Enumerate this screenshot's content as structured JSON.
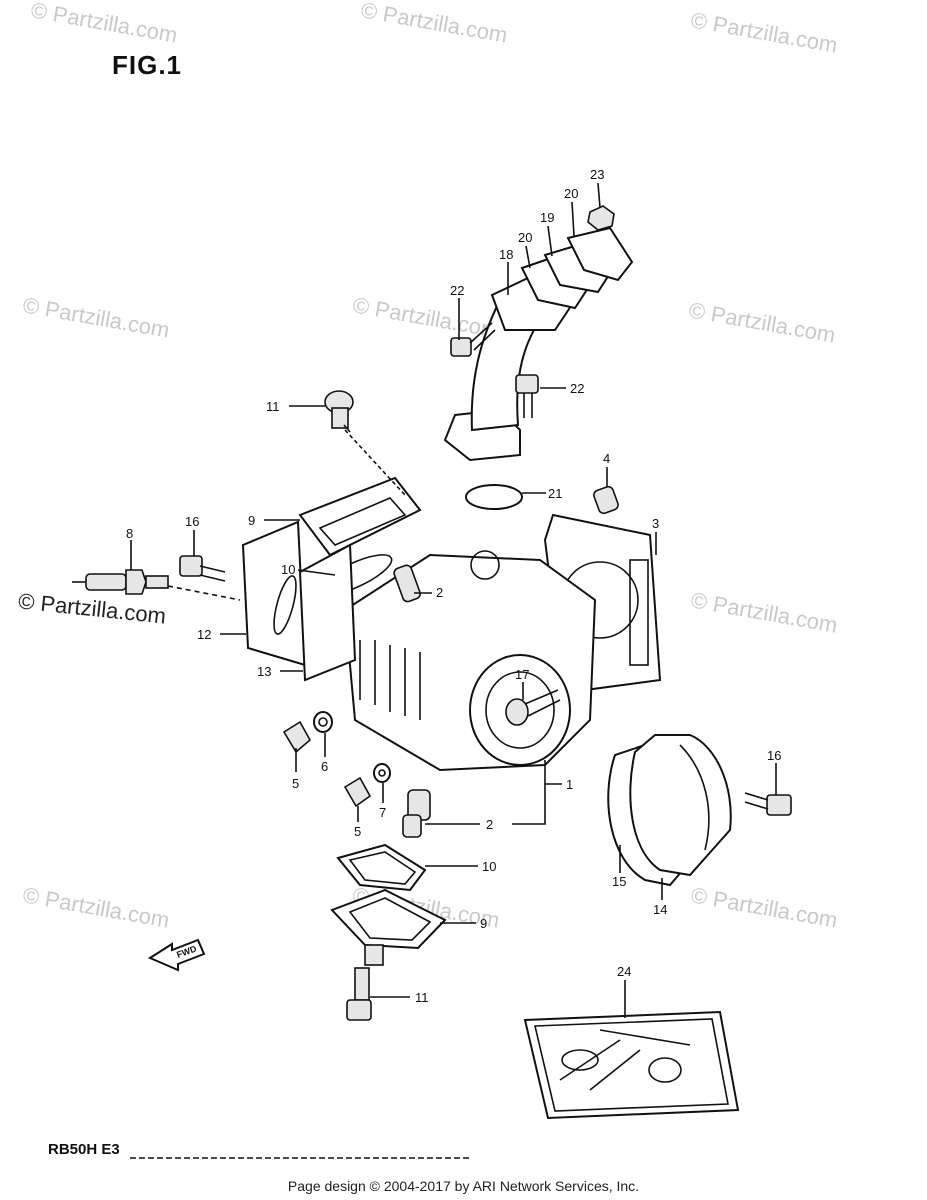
{
  "figure_title": "FIG.1",
  "model_code": "RB50H E3",
  "footer_text": "Page design © 2004-2017 by ARI Network Services, Inc.",
  "watermark_text": "© Partzilla.com",
  "fwd_label": "FWD",
  "callouts": {
    "c1": "1",
    "c2a": "2",
    "c2b": "2",
    "c3": "3",
    "c4": "4",
    "c5a": "5",
    "c5b": "5",
    "c6": "6",
    "c7": "7",
    "c8": "8",
    "c9a": "9",
    "c9b": "9",
    "c10a": "10",
    "c10b": "10",
    "c11a": "11",
    "c11b": "11",
    "c12": "12",
    "c13": "13",
    "c14": "14",
    "c15": "15",
    "c16a": "16",
    "c16b": "16",
    "c17": "17",
    "c18": "18",
    "c19": "19",
    "c20a": "20",
    "c20b": "20",
    "c21": "21",
    "c22a": "22",
    "c22b": "22",
    "c23": "23",
    "c24": "24"
  }
}
